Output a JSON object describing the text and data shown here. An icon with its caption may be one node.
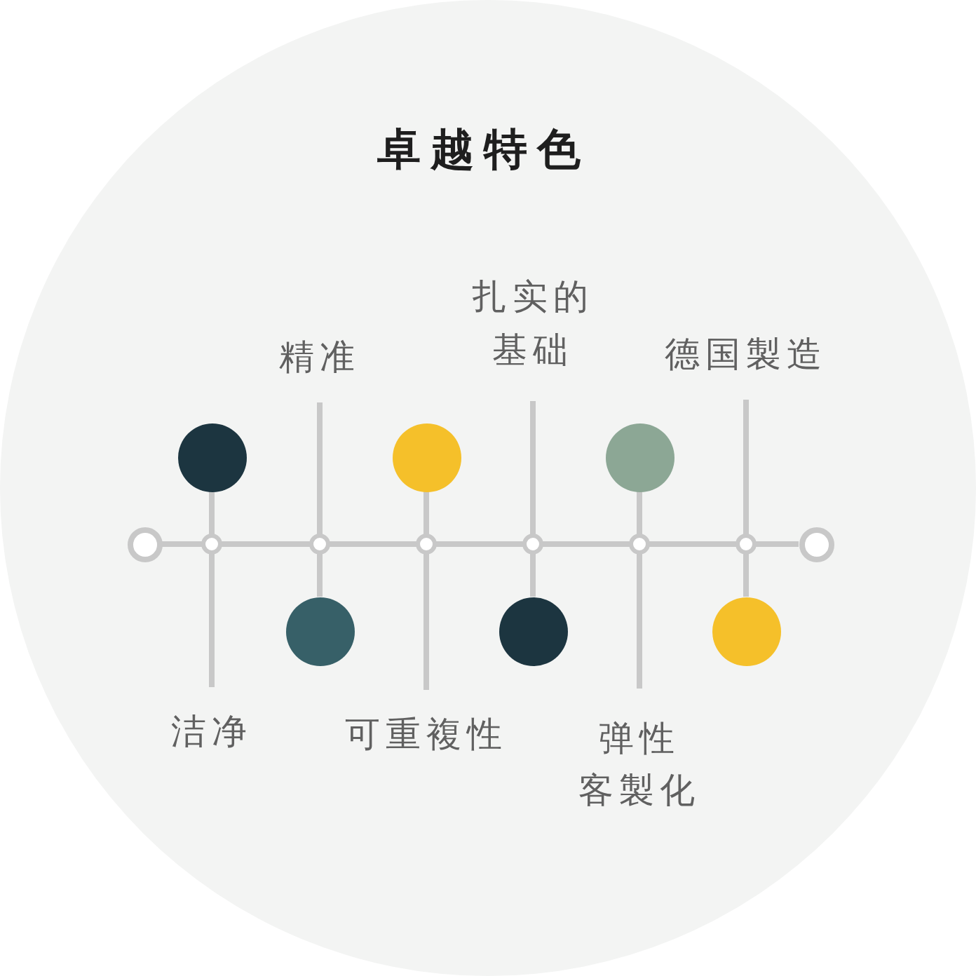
{
  "diagram": {
    "title": "卓越特色",
    "nodes": [
      {
        "text": [
          "洁净"
        ]
      },
      {
        "text": [
          "精准"
        ]
      },
      {
        "text": [
          "可重複性"
        ]
      },
      {
        "text": [
          "扎实的基础"
        ]
      },
      {
        "text": [
          "弹性客製化"
        ]
      },
      {
        "text": [
          "德国製造"
        ]
      },
      {
        "text": [],
        "shape": "circle"
      },
      {
        "text": [],
        "shape": "circle"
      },
      {
        "text": [],
        "shape": "circle"
      },
      {
        "text": [],
        "shape": "circle"
      },
      {
        "text": [],
        "shape": "circle"
      },
      {
        "text": [],
        "shape": "circle"
      },
      {
        "text": [],
        "shape": "circle"
      },
      {
        "text": [],
        "shape": "circle"
      }
    ],
    "edges": [
      {
        "from": 0,
        "to": 6,
        "arrow": "none"
      },
      {
        "from": 1,
        "to": 7,
        "arrow": "none"
      },
      {
        "from": 2,
        "to": 8,
        "arrow": "none"
      },
      {
        "from": 3,
        "to": 9,
        "arrow": "none"
      },
      {
        "from": 4,
        "to": 10,
        "arrow": "none"
      },
      {
        "from": 5,
        "to": 11,
        "arrow": "none"
      },
      {
        "from": 12,
        "to": 13,
        "arrow": "none"
      }
    ]
  }
}
